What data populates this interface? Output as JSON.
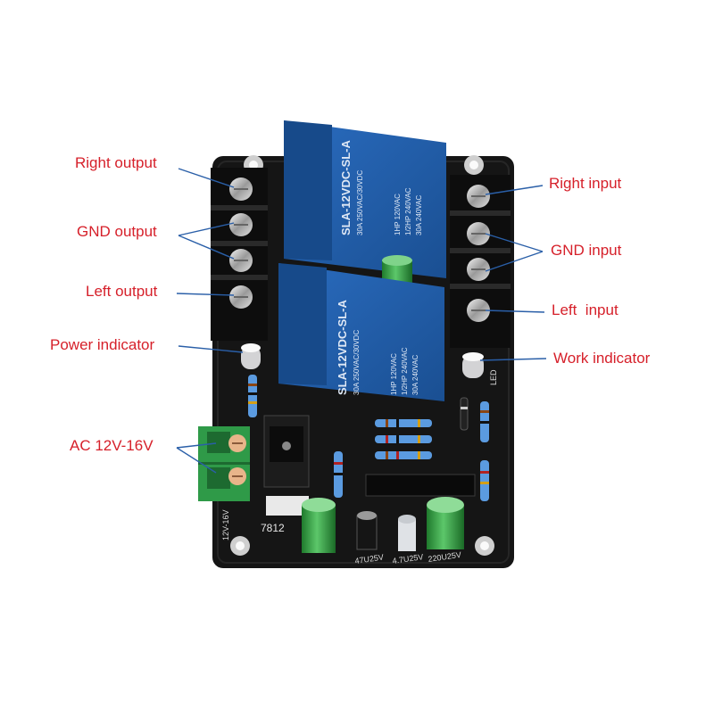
{
  "colors": {
    "label": "#d6202a",
    "leader": "#2a5fa8",
    "board": "#141414",
    "relay": "#1f5ca8",
    "terminal_green": "#2f9a48"
  },
  "labels": {
    "right_output": "Right output",
    "gnd_output": "GND output",
    "left_output": "Left output",
    "power_indicator": "Power indicator",
    "ac_input": "AC 12V-16V",
    "right_input": "Right input",
    "gnd_input": "GND input",
    "left_input": "Left  input",
    "work_indicator": "Work indicator"
  },
  "relays": [
    {
      "model": "SLA-12VDC-SL-A",
      "rating_line1": "30A 250VAC/30VDC",
      "rating_line2": "1HP 120VAC",
      "rating_line3": "1/2HP 240VAC",
      "rating_line4": "30A 240VAC"
    },
    {
      "model": "SLA-12VDC-SL-A",
      "rating_line1": "30A 250VAC/30VDC",
      "rating_line2": "1HP 120VAC",
      "rating_line3": "1/2HP 240VAC",
      "rating_line4": "30A 240VAC"
    }
  ],
  "silkscreen": {
    "regulator": "7812",
    "cap_left": "47U25V",
    "cap_mid": "4.7U25V",
    "cap_right": "220U25V",
    "led": "LED",
    "side": "12V-16V"
  }
}
